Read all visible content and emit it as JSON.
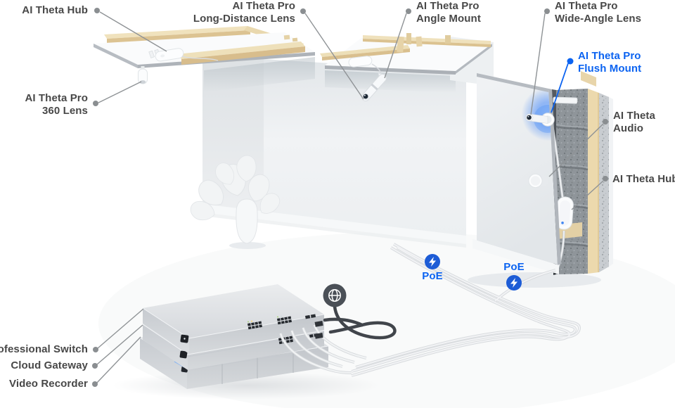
{
  "colors": {
    "accent_blue": "#0b63f1",
    "poe_badge_blue": "#1d5cd6",
    "label_gray": "#484848",
    "leader_gray": "#8f9396"
  },
  "labels": {
    "hub_ceiling": {
      "line1": "AI Theta Hub"
    },
    "lens_360": {
      "line1": "AI Theta Pro",
      "line2": "360 Lens"
    },
    "long_distance_lens": {
      "line1": "AI Theta Pro",
      "line2": "Long-Distance Lens"
    },
    "angle_mount": {
      "line1": "AI Theta Pro",
      "line2": "Angle Mount"
    },
    "wide_angle_lens": {
      "line1": "AI Theta Pro",
      "line2": "Wide-Angle Lens"
    },
    "flush_mount": {
      "line1": "AI Theta Pro",
      "line2": "Flush Mount"
    },
    "audio": {
      "line1": "AI Theta",
      "line2": "Audio"
    },
    "hub_wall": {
      "line1": "AI Theta Hub"
    },
    "professional_switch": {
      "line1": "Professional Switch"
    },
    "cloud_gateway": {
      "line1": "Cloud Gateway"
    },
    "video_recorder": {
      "line1": "Video Recorder"
    },
    "poe_1": {
      "label": "PoE"
    },
    "poe_2": {
      "label": "PoE"
    }
  },
  "icons": {
    "poe_badge": "lightning-bolt-icon",
    "internet": "globe-icon"
  }
}
